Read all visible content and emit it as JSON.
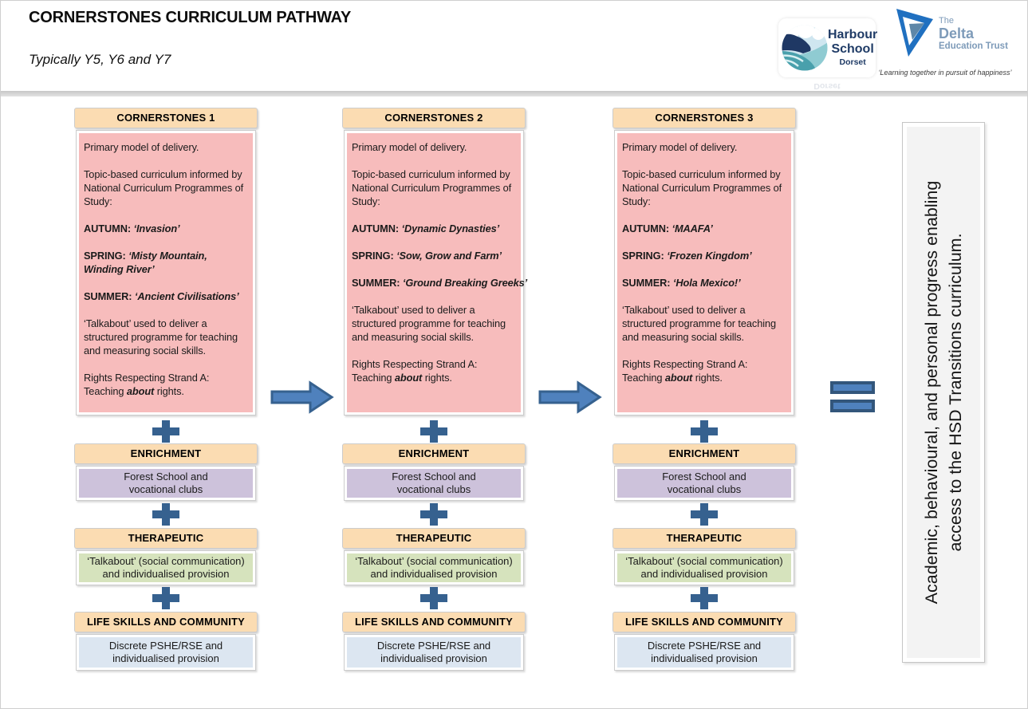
{
  "page": {
    "title": "CORNERSTONES CURRICULUM PATHWAY",
    "subtitle": "Typically Y5, Y6 and Y7"
  },
  "logos": {
    "harbour": {
      "line1": "Harbour",
      "line2": "School",
      "line3": "Dorset"
    },
    "delta": {
      "line1": "The",
      "line2": "Delta",
      "line3": "Education Trust",
      "tagline": "‘Learning together in pursuit of happiness’"
    }
  },
  "shared": {
    "primary": "Primary model of delivery.",
    "topic": "Topic-based curriculum informed by National Curriculum Programmes of Study:",
    "autumn_label": "AUTUMN:",
    "spring_label": "SPRING:",
    "summer_label": "SUMMER:",
    "talkabout": "‘Talkabout’ used to deliver a structured programme for teaching and measuring social skills.",
    "rights_line1": "Rights Respecting Strand A:",
    "rights_pre": "Teaching ",
    "rights_italic": "about",
    "rights_post": " rights.",
    "enrichment_header": "ENRICHMENT",
    "enrichment_body": "Forest School and vocational clubs",
    "therapeutic_header": "THERAPEUTIC",
    "therapeutic_body": "‘Talkabout’ (social communication) and individualised provision",
    "lifeskills_header": "LIFE SKILLS AND COMMUNITY",
    "lifeskills_body": "Discrete PSHE/RSE and individualised provision"
  },
  "columns": [
    {
      "header": "CORNERSTONES 1",
      "autumn": "‘Invasion’",
      "spring": "‘Misty Mountain, Winding River’",
      "summer": "‘Ancient Civilisations’"
    },
    {
      "header": "CORNERSTONES 2",
      "autumn": "‘Dynamic Dynasties’",
      "spring": "‘Sow, Grow and Farm’",
      "summer": "‘Ground Breaking Greeks’"
    },
    {
      "header": "CORNERSTONES 3",
      "autumn": "‘MAAFA’",
      "spring": "‘Frozen Kingdom’",
      "summer": "‘Hola Mexico!’"
    }
  ],
  "right_panel": {
    "line1": "Academic, behavioural, and personal progress enabling",
    "line2": "access to the HSD Transitions curriculum."
  },
  "colors": {
    "header_fill": "#FBDCB2",
    "pink_fill": "#F7BCBC",
    "purple_fill": "#CDC2DB",
    "green_fill": "#D6E3BD",
    "blue_fill": "#DCE6F1",
    "plus_blue": "#36618F",
    "arrow_fill": "#4F81BD",
    "arrow_border": "#36618F",
    "equals_border": "#33567B",
    "navy_text": "#1F3B66",
    "delta_text": "#7E9BB9"
  }
}
